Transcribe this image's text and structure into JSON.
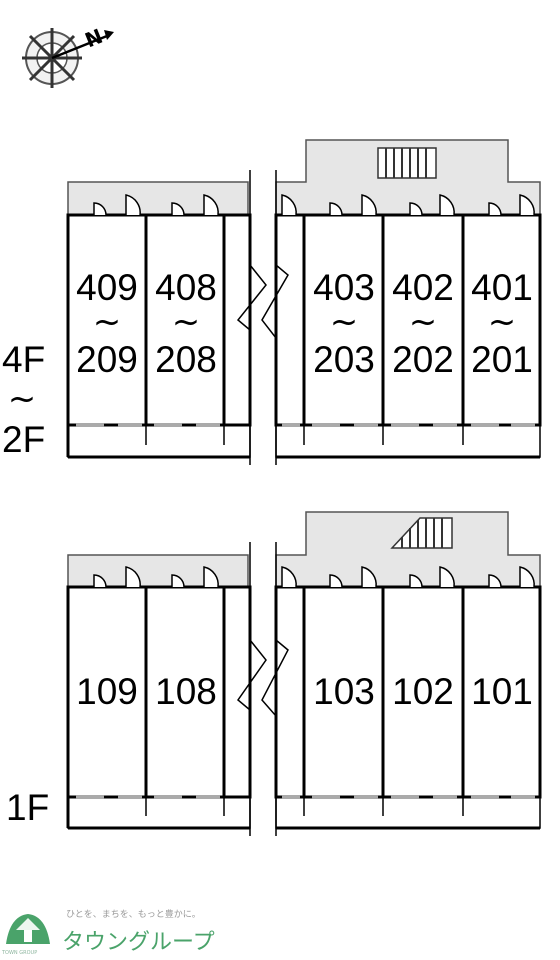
{
  "compass": {
    "letter": "N",
    "icon": "compass-icon"
  },
  "upper_block": {
    "floor_range": {
      "top": "4F",
      "sep": "~",
      "bottom": "2F"
    },
    "units": [
      {
        "top": "409",
        "sep": "~",
        "bottom": "209"
      },
      {
        "top": "408",
        "sep": "~",
        "bottom": "208"
      },
      {
        "top": "403",
        "sep": "~",
        "bottom": "203"
      },
      {
        "top": "402",
        "sep": "~",
        "bottom": "202"
      },
      {
        "top": "401",
        "sep": "~",
        "bottom": "201"
      }
    ]
  },
  "lower_block": {
    "floor": "1F",
    "units": [
      "109",
      "108",
      "103",
      "102",
      "101"
    ]
  },
  "logo": {
    "tagline": "ひとを、まちを、もっと豊かに。",
    "name": "タウングループ",
    "small_text": "TOWN GROUP",
    "color": "#4aa36a"
  }
}
